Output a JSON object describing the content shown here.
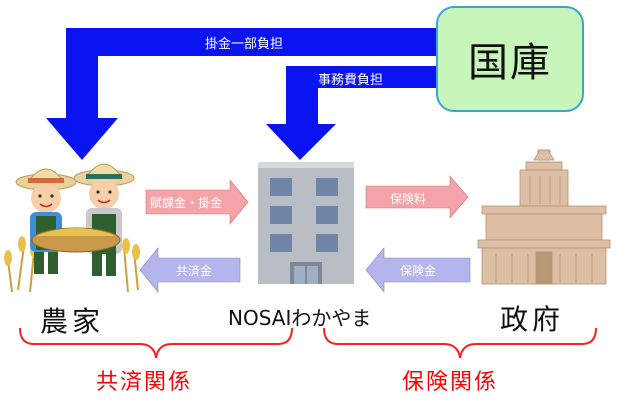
{
  "treasury": {
    "label": "国庫"
  },
  "flows": {
    "premium_subsidy": "掛金一部負担",
    "admin_subsidy": "事務費負担",
    "levy": "賦課金・掛金",
    "mutual_payout": "共済金",
    "insurance_premium": "保険料",
    "insurance_payout": "保険金"
  },
  "actors": {
    "farmers": "農家",
    "nosai": "NOSAIわかやま",
    "government": "政府"
  },
  "relations": {
    "mutual": "共済関係",
    "insurance": "保険関係"
  },
  "colors": {
    "blue_arrow": "#0a14f0",
    "treasury_fill": "#c8f5b9",
    "treasury_border": "#3aa3d8",
    "pink_arrow": "#f4a3a8",
    "lavender_arrow": "#b5b5ee",
    "red_text": "#ff0000",
    "bracket": "#ff2020"
  }
}
